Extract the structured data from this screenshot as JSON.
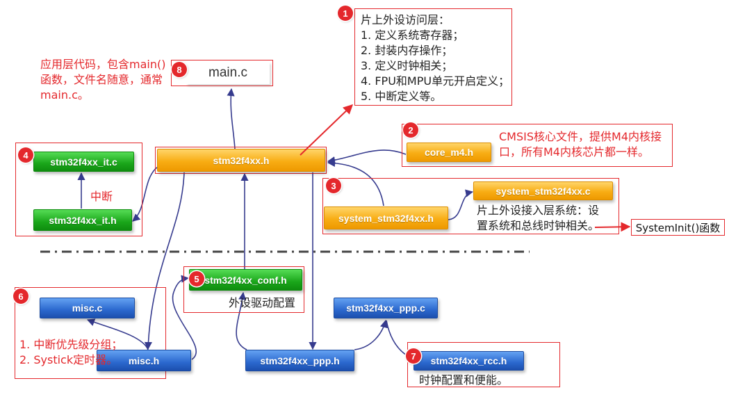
{
  "nodes": {
    "main_c": "main.c",
    "stm32f4xx_h": "stm32f4xx.h",
    "core_m4_h": "core_m4.h",
    "system_c": "system_stm32f4xx.c",
    "system_h": "system_stm32f4xx.h",
    "it_c": "stm32f4xx_it.c",
    "it_h": "stm32f4xx_it.h",
    "conf_h": "stm32f4xx_conf.h",
    "misc_c": "misc.c",
    "misc_h": "misc.h",
    "ppp_c": "stm32f4xx_ppp.c",
    "ppp_h": "stm32f4xx_ppp.h",
    "rcc_h": "stm32f4xx_rcc.h"
  },
  "badges": [
    "1",
    "2",
    "3",
    "4",
    "5",
    "6",
    "7",
    "8"
  ],
  "notes": {
    "peripheral_access_layer": [
      "片上外设访问层：",
      "1. 定义系统寄存器；",
      "2. 封装内存操作；",
      "3. 定义时钟相关；",
      "4. FPU和MPU单元开启定义；",
      "5. 中断定义等。"
    ],
    "application_layer": [
      "应用层代码，包含main()",
      "函数，文件名随意，通常",
      "main.c。"
    ],
    "cmsis_core": [
      "CMSIS核心文件，提供M4内核接",
      "口，所有M4内核芯片都一样。"
    ],
    "system_layer": [
      "片上外设接入层系统：设",
      "置系统和总线时钟相关。"
    ],
    "interrupt": "中断",
    "peripheral_config": "外设驱动配置",
    "misc": [
      "1. 中断优先级分组；",
      "2. Systick定时器。"
    ],
    "rcc": "时钟配置和便能。",
    "systeminit": "SystemInit()函数"
  },
  "colors": {
    "annotation_red": "#e4282c",
    "cmsis_orange": "#f8ad14",
    "core_green": "#1aa61a",
    "driver_blue": "#2b68ce",
    "arrow_navy": "#363b8e"
  }
}
